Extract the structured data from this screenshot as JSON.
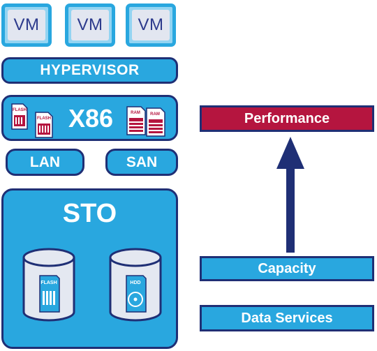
{
  "vms": [
    "VM",
    "VM",
    "VM"
  ],
  "hypervisor": "HYPERVISOR",
  "compute": {
    "label": "X86",
    "flash_chips": [
      "FLASH",
      "FLASH"
    ],
    "ram_chips": [
      "RAM",
      "RAM"
    ]
  },
  "network": {
    "lan": "LAN",
    "san": "SAN"
  },
  "storage": {
    "label": "STO",
    "drives": [
      {
        "label": "FLASH",
        "icon": "flash-chip-icon"
      },
      {
        "label": "HDD",
        "icon": "disk-platter-icon"
      }
    ]
  },
  "stack": {
    "performance": "Performance",
    "capacity": "Capacity",
    "data_services": "Data Services"
  },
  "colors": {
    "light_blue": "#29a7df",
    "dark_navy": "#1f2f75",
    "crimson": "#b5153f",
    "vm_fill": "#e2e6f0"
  }
}
